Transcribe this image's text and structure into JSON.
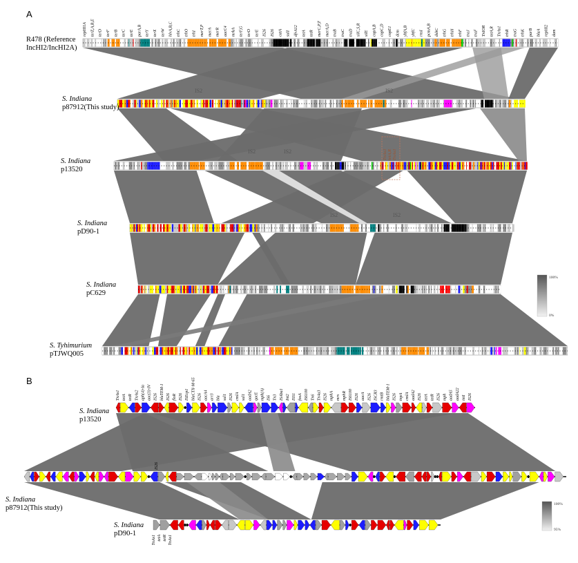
{
  "figure": {
    "panel_a": {
      "letter": "A",
      "tracks": [
        {
          "id": "r478",
          "lines": [
            "R478 (Reference",
            "IncHI2/IncHI2A)"
          ],
          "italic_first_word": false
        },
        {
          "id": "p87912a",
          "lines": [
            "S. Indiana",
            "p87912(This study)"
          ],
          "italic_first_word": true
        },
        {
          "id": "p13520a",
          "lines": [
            "S. Indiana",
            "p13520"
          ],
          "italic_first_word": true
        },
        {
          "id": "pd901a",
          "lines": [
            "S. Indiana",
            "pD90-1"
          ],
          "italic_first_word": true
        },
        {
          "id": "pc629",
          "lines": [
            "S. Indiana",
            "pC629"
          ],
          "italic_first_word": true
        },
        {
          "id": "ptjwq005",
          "lines": [
            "S. Tyhimurium",
            "pTJWQ005"
          ],
          "italic_first_word": true
        }
      ],
      "is2_labels": [
        "IS2",
        "IS2",
        "IS2",
        "IS2",
        "IS2",
        "IS2"
      ],
      "boxed_genes": [
        "TnAs1",
        "tetA,R",
        "TnAs1"
      ],
      "r478_genes": [
        "repHI1A",
        "terZ,A,B,E",
        "terD",
        "terF",
        "terB",
        "terC",
        "terE",
        "parA,B",
        "terY",
        "terX",
        "terW",
        "hlvA,B,C",
        "trhC",
        "trhO",
        "trhI",
        "merT,P",
        "merA",
        "merR",
        "aacC4",
        "mrkA",
        "terF,G",
        "terD",
        "terE",
        "IS26",
        "IS26",
        "catA",
        "sulI",
        "dfrA12",
        "tetA",
        "tetR",
        "merC,P,T",
        "merA,D",
        "traB",
        "traC",
        "traD",
        "silC,S,R",
        "silE",
        "copA,B",
        "copC,D",
        "copE1",
        "dcm",
        "ybfA,B",
        "ybfC",
        "rnsI",
        "pcmA,B",
        "dsbC",
        "trhG",
        "trhH",
        "trhF",
        "traJ",
        "traF",
        "TnIOR",
        "tetA,R",
        "TnAs1",
        "trhR",
        "traG",
        "trhK",
        "parB",
        "blaA",
        "repHI2",
        "dam"
      ],
      "scale": {
        "top": "100%",
        "bottom": "0%"
      }
    },
    "panel_b": {
      "letter": "B",
      "tracks": [
        {
          "id": "p13520b",
          "lines": [
            "S. Indiana",
            "p13520"
          ],
          "italic_first_word": true
        },
        {
          "id": "p87912b",
          "lines": [
            "S. Indiana",
            "p87912(This study)"
          ],
          "italic_first_word": true
        },
        {
          "id": "pd901b",
          "lines": [
            "S. Indiana",
            "pD90-1"
          ],
          "italic_first_word": true
        }
      ],
      "top_genes": [
        "TnAs1",
        "tetA",
        "tetR",
        "TnAs2",
        "aph(4)-Ia",
        "aac(3)-IV",
        "IS26",
        "blaTEM-1",
        "IS26",
        "floR",
        "IS26",
        "ISEcp1",
        "blaCTX-M-65",
        "IS26",
        "aacA4",
        "arr3",
        "bla",
        "sul1",
        "IS26",
        "cmlA",
        "sul1",
        "aadA2",
        "qacE",
        "mph(A)",
        "IS6",
        "Tn3",
        "ISAba1",
        "Int2",
        "ISS1",
        "fosA",
        "IS6100",
        "Tn6",
        "Tn4a3",
        "IS26",
        "mphA",
        "mrx",
        "mphR",
        "IS6100",
        "IS26",
        "aacA",
        "IS26",
        "ISCR3",
        "rmtB",
        "blaTEM-1",
        "IS26",
        "tnpA",
        "cmlA",
        "aadA2",
        "IS26",
        "tetA",
        "tetR",
        "IS26",
        "mph",
        "aadA5",
        "aadA22",
        "intI",
        "IS26"
      ],
      "middle_genes": [
        "IS26"
      ],
      "bottom_genes": [
        "TnAs1",
        "tetA",
        "tetR",
        "TnAs1"
      ],
      "scale": {
        "top": "100%",
        "bottom": "95%"
      }
    }
  }
}
